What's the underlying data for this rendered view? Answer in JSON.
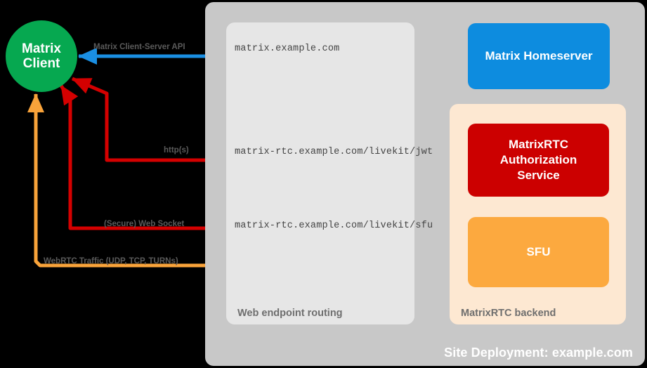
{
  "diagram": {
    "title": "MatrixRTC deployment architecture",
    "colors": {
      "background": "#000000",
      "client_green": "#06a850",
      "homeserver_blue": "#0d8cdf",
      "auth_red": "#cc0000",
      "sfu_orange": "#fca93f",
      "site_container_grey": "#c8c8c8",
      "routing_container_grey": "#e6e6e6",
      "backend_container_peach": "#fde8d2",
      "label_grey": "#5a5a5a"
    }
  },
  "client": {
    "name": "matrix-client",
    "line1": "Matrix",
    "line2": "Client"
  },
  "containers": {
    "site_deployment": {
      "label": "Site Deployment: example.com"
    },
    "web_endpoint_routing": {
      "label": "Web endpoint routing"
    },
    "matrixrtc_backend": {
      "label": "MatrixRTC backend"
    }
  },
  "services": [
    {
      "name": "matrix-homeserver",
      "label": "Matrix Homeserver",
      "color": "#0d8cdf"
    },
    {
      "name": "matrixrtc-authorization-service",
      "line1": "MatrixRTC",
      "line2": "Authorization",
      "line3": "Service",
      "color": "#cc0000"
    },
    {
      "name": "sfu",
      "label": "SFU",
      "color": "#fca93f"
    }
  ],
  "connections": [
    {
      "name": "matrix-client-server-api",
      "protocol_label": "Matrix Client-Server API",
      "endpoint": "matrix.example.com",
      "color": "#1a8fe3",
      "direction": "homeserver-to-client"
    },
    {
      "name": "matrixrtc-jwt",
      "protocol_label": "http(s)",
      "endpoint": "matrix-rtc.example.com/livekit/jwt",
      "color": "#d40000",
      "direction": "auth-service-to-client"
    },
    {
      "name": "matrixrtc-sfu-websocket",
      "protocol_label": "(Secure) Web Socket",
      "endpoint": "matrix-rtc.example.com/livekit/sfu",
      "color": "#d40000",
      "direction": "sfu-to-client"
    },
    {
      "name": "webrtc-traffic",
      "protocol_label": "WebRTC Traffic (UDP, TCP, TURNs)",
      "endpoint": "",
      "color": "#f9a33a",
      "direction": "sfu-to-client"
    }
  ]
}
